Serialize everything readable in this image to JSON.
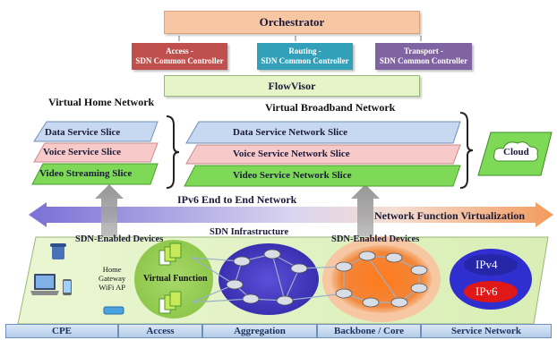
{
  "orchestrator": {
    "label": "Orchestrator"
  },
  "controllers": [
    {
      "label": "Access -\nSDN Common Controller",
      "color": "#c0504d"
    },
    {
      "label": "Routing -\nSDN Common Controller",
      "color": "#31a0b8"
    },
    {
      "label": "Transport -\nSDN Common Controller",
      "color": "#8064a2"
    }
  ],
  "flowvisor": {
    "label": "FlowVisor"
  },
  "home": {
    "title": "Virtual Home Network",
    "slices": [
      "Data Service Slice",
      "Voice Service Slice",
      "Video Streaming Slice"
    ]
  },
  "broadband": {
    "title": "Virtual Broadband Network",
    "slices": [
      "Data Service Network Slice",
      "Voice Service Network Slice",
      "Video Service Network Slice"
    ]
  },
  "cloud": {
    "label": "Cloud"
  },
  "ipv6_e2e": {
    "label": "IPv6 End to End Network"
  },
  "nfv": {
    "label": "Network Function Virtualization"
  },
  "infra": {
    "sdn_devices_left": "SDN-Enabled Devices",
    "sdn_infrastructure": "SDN Infrastructure",
    "sdn_devices_right": "SDN-Enabled Devices",
    "home_gateway": "Home\nGateway\nWiFi AP",
    "virtual_function": "Virtual Function",
    "ipv4": "IPv4",
    "ipv6": "IPv6"
  },
  "segments": [
    "CPE",
    "Access",
    "Aggregation",
    "Backbone / Core",
    "Service Network"
  ],
  "colors": {
    "orchestrator": "#f7c6a3",
    "flowvisor": "#e5f5c8",
    "data_slice": "#c6d9f1",
    "voice_slice": "#f8c9c9",
    "video_slice": "#7ed957",
    "platform": "#e4f3c7"
  }
}
